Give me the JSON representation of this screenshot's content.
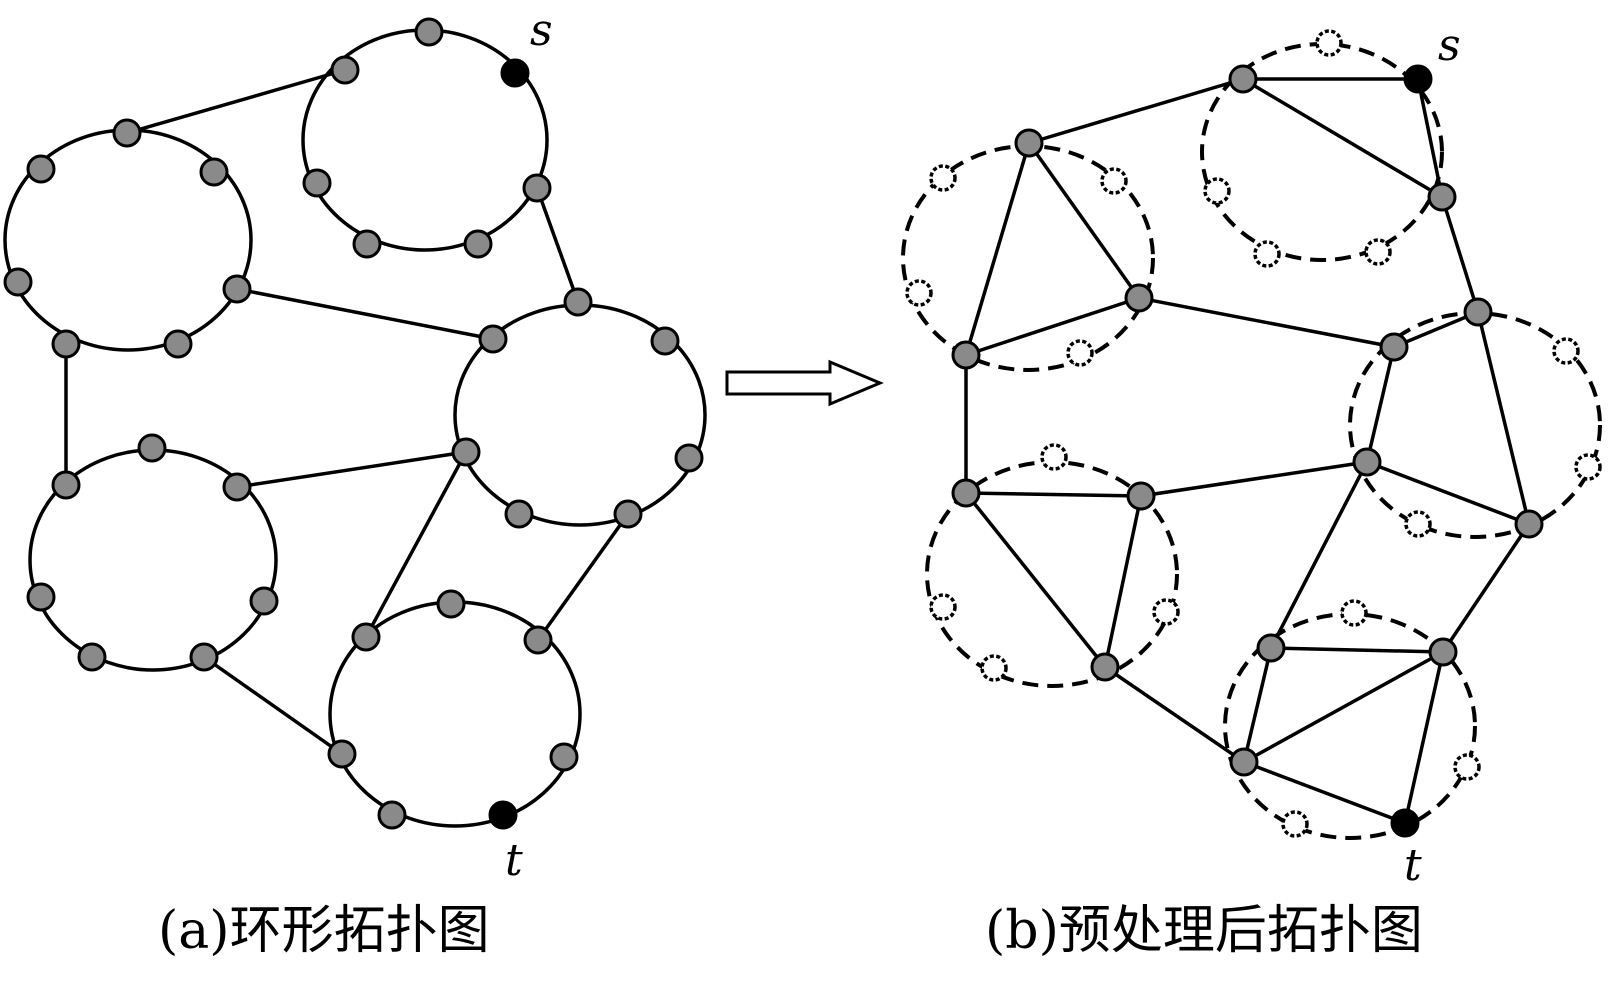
{
  "captions": {
    "a": "(a)环形拓扑图",
    "b": "(b)预处理后拓扑图"
  },
  "labels": {
    "source": "s",
    "target": "t"
  },
  "colors": {
    "node_fill": "#8a8a8a",
    "terminal_fill": "#000000",
    "hollow_fill": "#ffffff",
    "stroke": "#000000"
  }
}
